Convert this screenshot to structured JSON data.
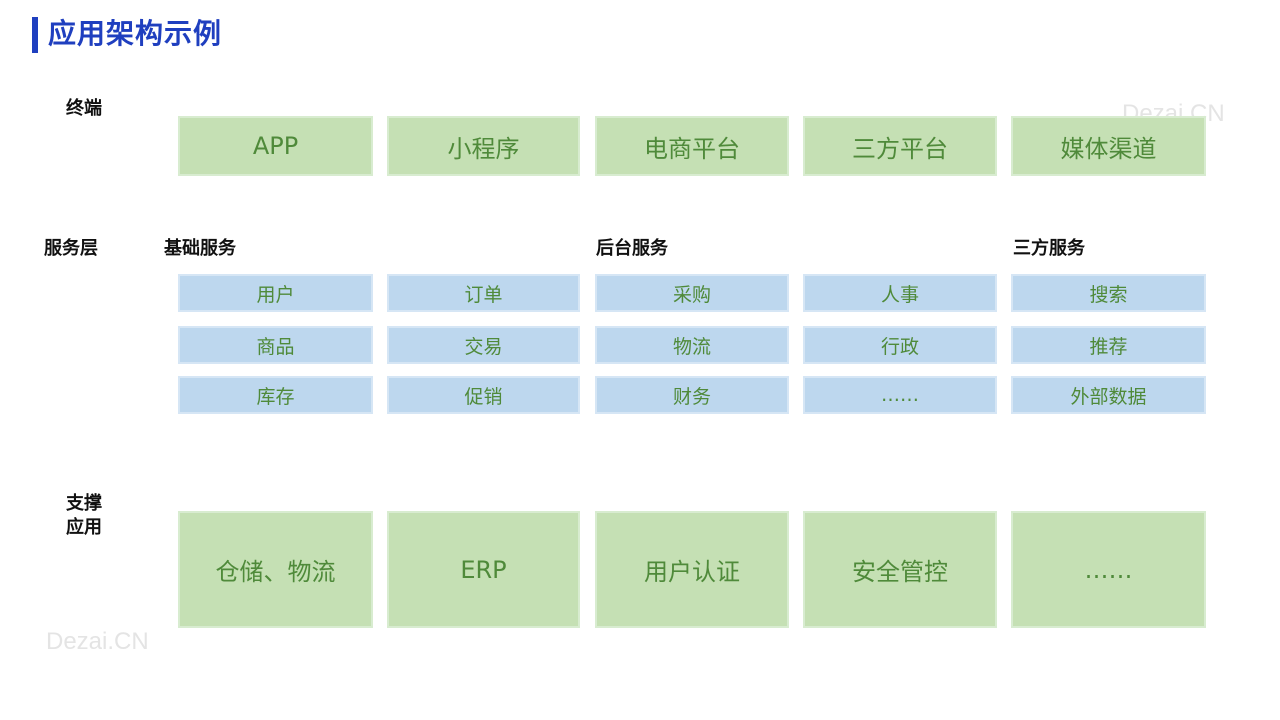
{
  "title": "应用架构示例",
  "watermark": "Dezai.CN",
  "terminal": {
    "label": "终端",
    "items": [
      "APP",
      "小程序",
      "电商平台",
      "三方平台",
      "媒体渠道"
    ]
  },
  "services": {
    "label": "服务层",
    "groups": {
      "basic": "基础服务",
      "backend": "后台服务",
      "third": "三方服务"
    },
    "rows": [
      [
        "用户",
        "订单",
        "采购",
        "人事",
        "搜索"
      ],
      [
        "商品",
        "交易",
        "物流",
        "行政",
        "推荐"
      ],
      [
        "库存",
        "促销",
        "财务",
        "……",
        "外部数据"
      ]
    ]
  },
  "support": {
    "label_line1": "支撑",
    "label_line2": "应用",
    "items": [
      "仓储、物流",
      "ERP",
      "用户认证",
      "安全管控",
      "……"
    ]
  },
  "colors": {
    "accent": "#1f3fbf",
    "green_fill": "#c5e0b4",
    "blue_fill": "#bdd7ee",
    "box_text": "#4f8a3a"
  }
}
